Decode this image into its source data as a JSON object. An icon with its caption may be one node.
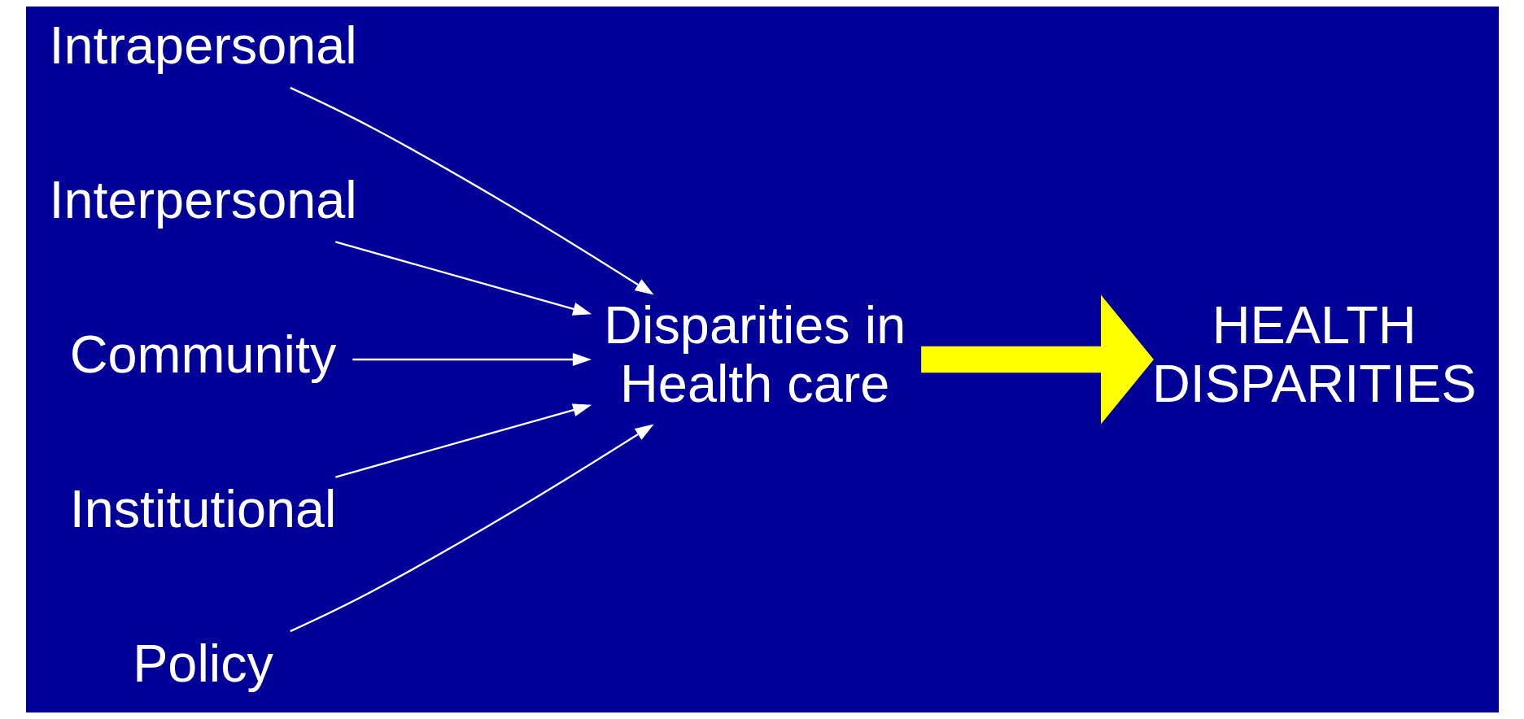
{
  "diagram": {
    "nodes": [
      {
        "text": [
          "Intrapersonal"
        ]
      },
      {
        "text": [
          "Interpersonal"
        ]
      },
      {
        "text": [
          "Community"
        ]
      },
      {
        "text": [
          "Institutional"
        ]
      },
      {
        "text": [
          "Policy"
        ]
      },
      {
        "text": [
          "Disparities in Health care"
        ]
      },
      {
        "text": [
          "HEALTH DISPARITIES"
        ]
      }
    ],
    "edges": [
      {
        "from": 0,
        "to": 5,
        "arrow": "to"
      },
      {
        "from": 1,
        "to": 5,
        "arrow": "to"
      },
      {
        "from": 2,
        "to": 5,
        "arrow": "to"
      },
      {
        "from": 3,
        "to": 5,
        "arrow": "to"
      },
      {
        "from": 4,
        "to": 5,
        "arrow": "to"
      },
      {
        "from": 5,
        "to": 6,
        "arrow": "to",
        "style": "thick",
        "color": "#ffff00"
      }
    ]
  }
}
